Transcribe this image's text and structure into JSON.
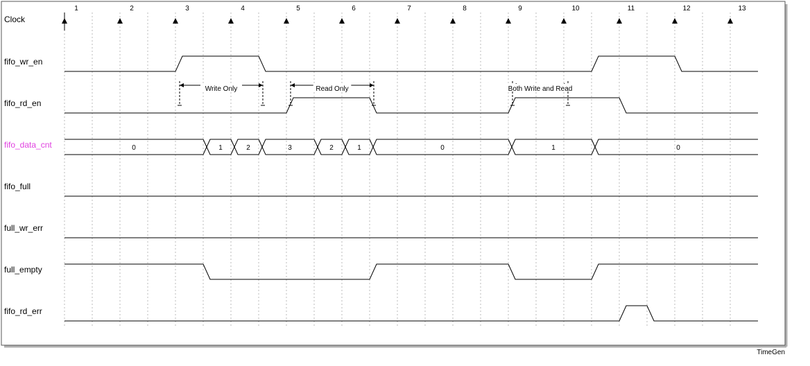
{
  "app_name": "TimeGen",
  "colors": {
    "line": "#000000",
    "grid": "#bbbbbb",
    "highlight": "#e040e0",
    "border": "#555555"
  },
  "clock": {
    "name": "Clock",
    "cycles": [
      "1",
      "2",
      "3",
      "4",
      "5",
      "6",
      "7",
      "8",
      "9",
      "10",
      "11",
      "12",
      "13"
    ]
  },
  "signals": [
    {
      "id": "wr-en",
      "name": "fifo_wr_en",
      "type": "bit",
      "transitions": [
        [
          0,
          0
        ],
        [
          4,
          1
        ],
        [
          7,
          0
        ],
        [
          19,
          1
        ],
        [
          22,
          0
        ]
      ]
    },
    {
      "id": "rd-en",
      "name": "fifo_rd_en",
      "type": "bit",
      "transitions": [
        [
          0,
          0
        ],
        [
          8,
          1
        ],
        [
          11,
          0
        ],
        [
          16,
          1
        ],
        [
          20,
          0
        ]
      ]
    },
    {
      "id": "data-cnt",
      "name": "fifo_data_cnt",
      "type": "bus",
      "highlight": true,
      "segments": [
        [
          0,
          "0"
        ],
        [
          5,
          "1"
        ],
        [
          6,
          "2"
        ],
        [
          7,
          "3"
        ],
        [
          9,
          "2"
        ],
        [
          10,
          "1"
        ],
        [
          11,
          "0"
        ],
        [
          16,
          "1"
        ],
        [
          19,
          "0"
        ]
      ]
    },
    {
      "id": "full",
      "name": "fifo_full",
      "type": "bit",
      "transitions": [
        [
          0,
          0
        ]
      ]
    },
    {
      "id": "full-wr-err",
      "name": "full_wr_err",
      "type": "bit",
      "transitions": [
        [
          0,
          0
        ]
      ]
    },
    {
      "id": "full-empty",
      "name": "full_empty",
      "type": "bit",
      "transitions": [
        [
          0,
          1
        ],
        [
          5,
          0
        ],
        [
          11,
          1
        ],
        [
          16,
          0
        ],
        [
          19,
          1
        ]
      ]
    },
    {
      "id": "rd-err",
      "name": "fifo_rd_err",
      "type": "bit",
      "transitions": [
        [
          0,
          0
        ],
        [
          20,
          1
        ],
        [
          21,
          0
        ]
      ]
    }
  ],
  "annotations": [
    {
      "id": "write-only",
      "text": "Write Only",
      "from": 4,
      "to": 7
    },
    {
      "id": "read-only",
      "text": "Read Only",
      "from": 8,
      "to": 11
    },
    {
      "id": "both",
      "text": "Both Write and Read",
      "from": 16,
      "to": 18
    }
  ]
}
